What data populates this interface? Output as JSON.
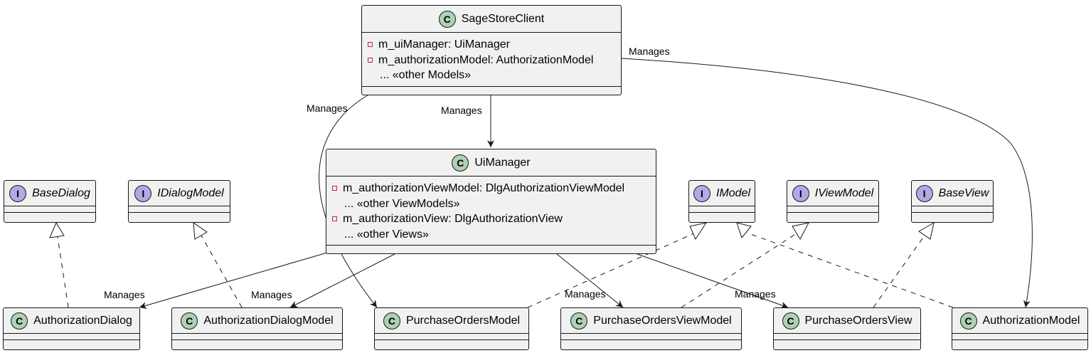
{
  "classes": {
    "sagestoreclient": {
      "name": "SageStoreClient",
      "stereotype": "C",
      "members": [
        {
          "text": "m_uiManager: UiManager",
          "private": true
        },
        {
          "text": "m_authorizationModel: AuthorizationModel",
          "private": true
        },
        {
          "text": "... «other Models»",
          "private": false
        }
      ]
    },
    "uimanager": {
      "name": "UiManager",
      "stereotype": "C",
      "members": [
        {
          "text": "m_authorizationViewModel: DlgAuthorizationViewModel",
          "private": true
        },
        {
          "text": "... «other ViewModels»",
          "private": false
        },
        {
          "text": "m_authorizationView: DlgAuthorizationView",
          "private": true
        },
        {
          "text": "... «other Views»",
          "private": false
        }
      ]
    },
    "basedialog": {
      "name": "BaseDialog",
      "stereotype": "I"
    },
    "idialogmodel": {
      "name": "IDialogModel",
      "stereotype": "I"
    },
    "imodel": {
      "name": "IModel",
      "stereotype": "I"
    },
    "iviewmodel": {
      "name": "IViewModel",
      "stereotype": "I"
    },
    "baseview": {
      "name": "BaseView",
      "stereotype": "I"
    },
    "authorizationdialog": {
      "name": "AuthorizationDialog",
      "stereotype": "C"
    },
    "authorizationdialogmodel": {
      "name": "AuthorizationDialogModel",
      "stereotype": "C"
    },
    "purchaseordersmodel": {
      "name": "PurchaseOrdersModel",
      "stereotype": "C"
    },
    "purchaseordersviewmodel": {
      "name": "PurchaseOrdersViewModel",
      "stereotype": "C"
    },
    "purchaseordersview": {
      "name": "PurchaseOrdersView",
      "stereotype": "C"
    },
    "authorizationmodel": {
      "name": "AuthorizationModel",
      "stereotype": "C"
    }
  },
  "relations": [
    {
      "from": "SageStoreClient",
      "to": "UiManager",
      "kind": "association",
      "label": "Manages"
    },
    {
      "from": "SageStoreClient",
      "to": "PurchaseOrdersModel",
      "kind": "association",
      "label": "Manages"
    },
    {
      "from": "SageStoreClient",
      "to": "AuthorizationModel",
      "kind": "association",
      "label": "Manages"
    },
    {
      "from": "UiManager",
      "to": "AuthorizationDialog",
      "kind": "association",
      "label": "Manages"
    },
    {
      "from": "UiManager",
      "to": "AuthorizationDialogModel",
      "kind": "association",
      "label": "Manages"
    },
    {
      "from": "UiManager",
      "to": "PurchaseOrdersViewModel",
      "kind": "association",
      "label": "Manages"
    },
    {
      "from": "UiManager",
      "to": "PurchaseOrdersView",
      "kind": "association",
      "label": "Manages"
    },
    {
      "from": "AuthorizationDialog",
      "to": "BaseDialog",
      "kind": "realization",
      "label": ""
    },
    {
      "from": "AuthorizationDialogModel",
      "to": "IDialogModel",
      "kind": "realization",
      "label": ""
    },
    {
      "from": "PurchaseOrdersModel",
      "to": "IModel",
      "kind": "realization",
      "label": ""
    },
    {
      "from": "AuthorizationModel",
      "to": "IModel",
      "kind": "realization",
      "label": ""
    },
    {
      "from": "PurchaseOrdersViewModel",
      "to": "IViewModel",
      "kind": "realization",
      "label": ""
    },
    {
      "from": "PurchaseOrdersView",
      "to": "BaseView",
      "kind": "realization",
      "label": ""
    }
  ],
  "colors": {
    "class_fill": "#f1f1f1",
    "border": "#181818",
    "class_badge": "#add1b2",
    "interface_badge": "#b4a7e5",
    "private_marker": "#c82930"
  }
}
